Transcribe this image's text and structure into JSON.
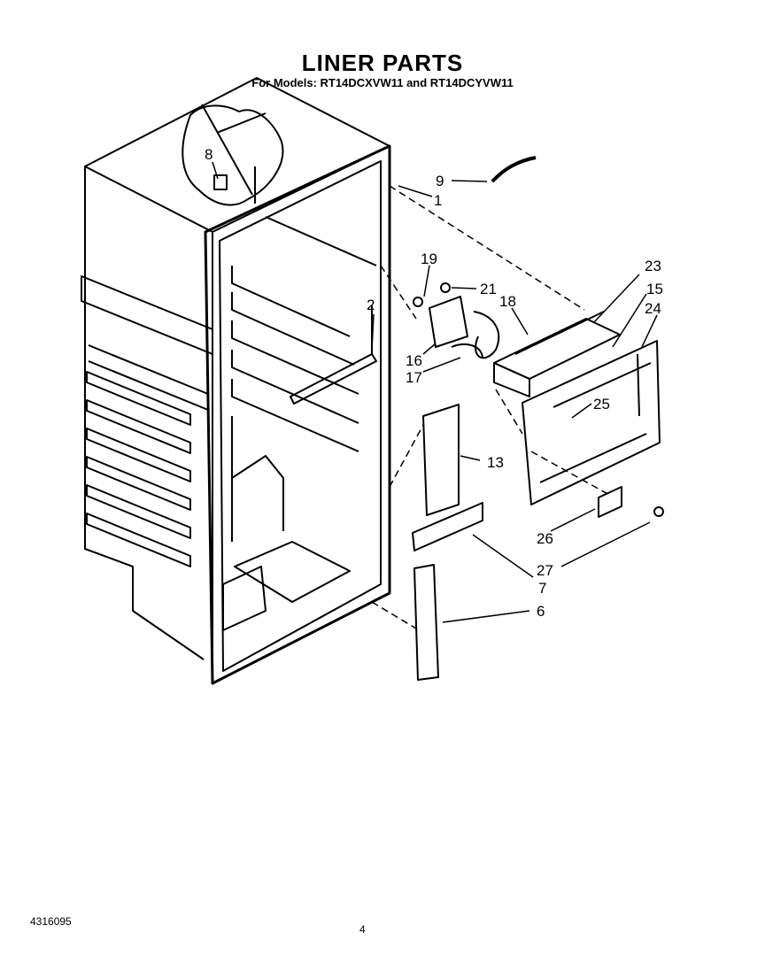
{
  "header": {
    "title": "LINER PARTS",
    "subtitle": "For Models: RT14DCXVW11 and RT14DCYVW11"
  },
  "footer": {
    "doc_number": "4316095",
    "page_number": "4"
  },
  "callouts": [
    "8",
    "9",
    "1",
    "19",
    "21",
    "2",
    "18",
    "23",
    "15",
    "24",
    "16",
    "17",
    "25",
    "13",
    "26",
    "27",
    "7",
    "6"
  ]
}
